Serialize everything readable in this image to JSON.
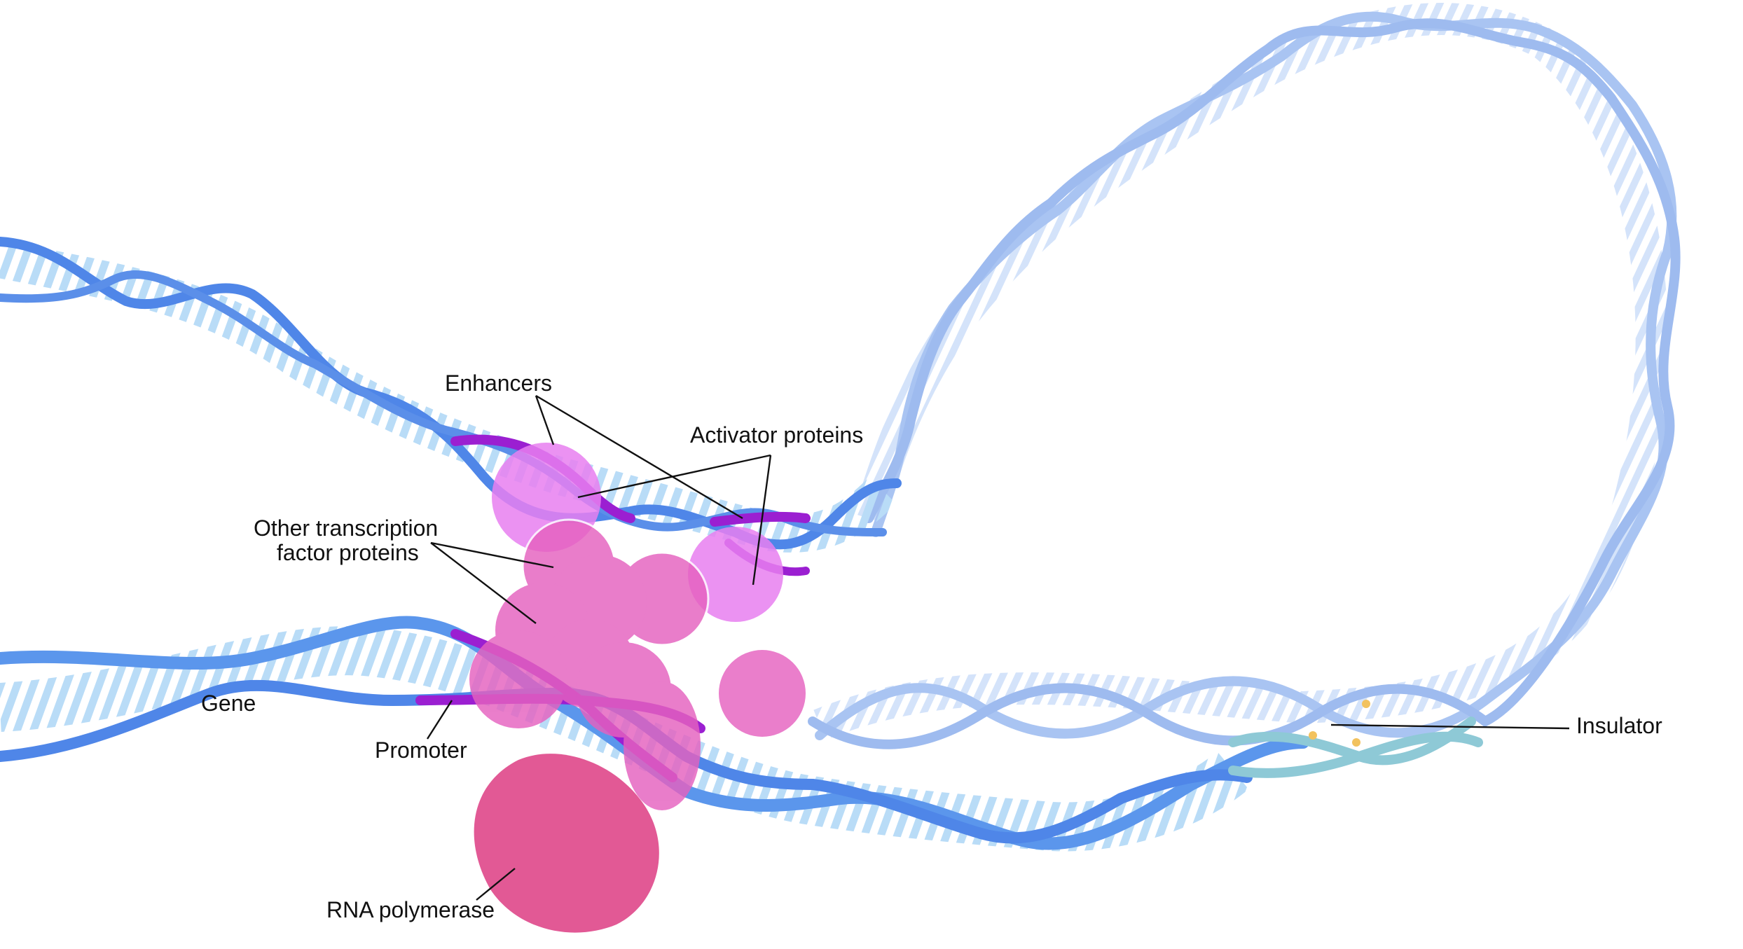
{
  "labels": {
    "enhancers": "Enhancers",
    "activator_proteins": "Activator proteins",
    "other_tf_line1": "Other transcription",
    "other_tf_line2": "factor proteins",
    "gene": "Gene",
    "promoter": "Promoter",
    "rna_polymerase": "RNA polymerase",
    "insulator": "Insulator"
  },
  "colors": {
    "dna_strand": "#4f86e8",
    "dna_strand_pale": "#a9c4f2",
    "dna_rungs": "#b9dcf7",
    "dna_rungs_pale": "#d4e3fa",
    "enhancer_promoter": "#9b1fd1",
    "activator_protein": "#e77ff0",
    "transcription_factor": "#e561bf",
    "rna_polymerase": "#e0508f",
    "insulator": "#8ec9d6",
    "insulator_dots": "#f2c25e"
  }
}
